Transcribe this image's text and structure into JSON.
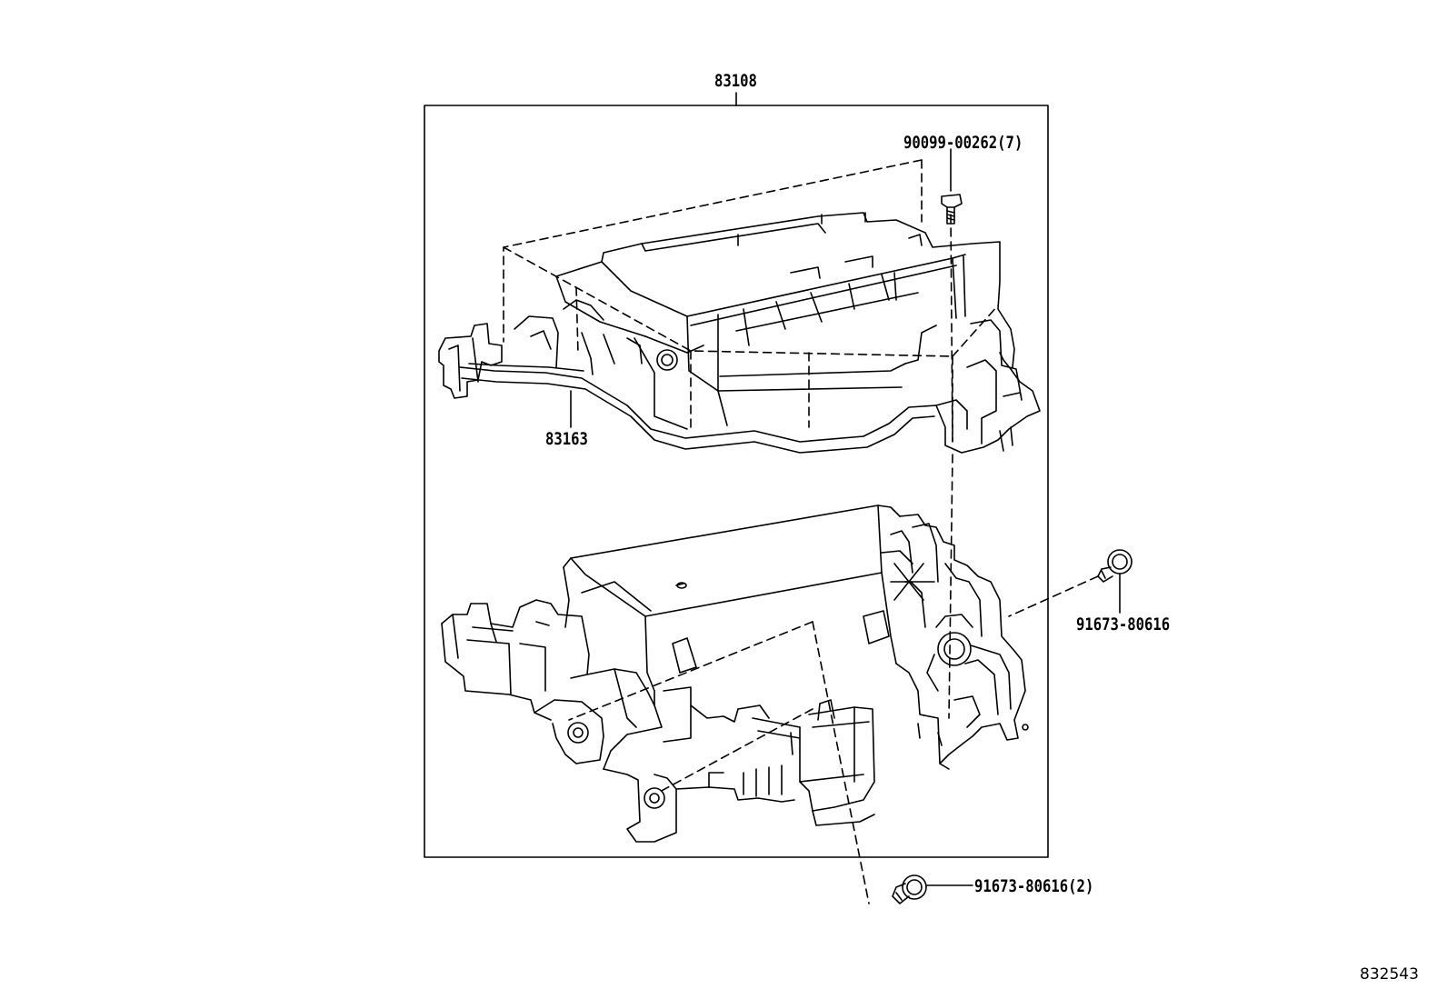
{
  "callouts": {
    "assembly": "83108",
    "upper_cover": "83163",
    "screw_top": "90099-00262(7)",
    "screw_side": "91673-80616",
    "screw_bottom": "91673-80616(2)"
  },
  "diagram_ref": "832543",
  "colors": {
    "line": "#000000",
    "background": "#ffffff"
  }
}
